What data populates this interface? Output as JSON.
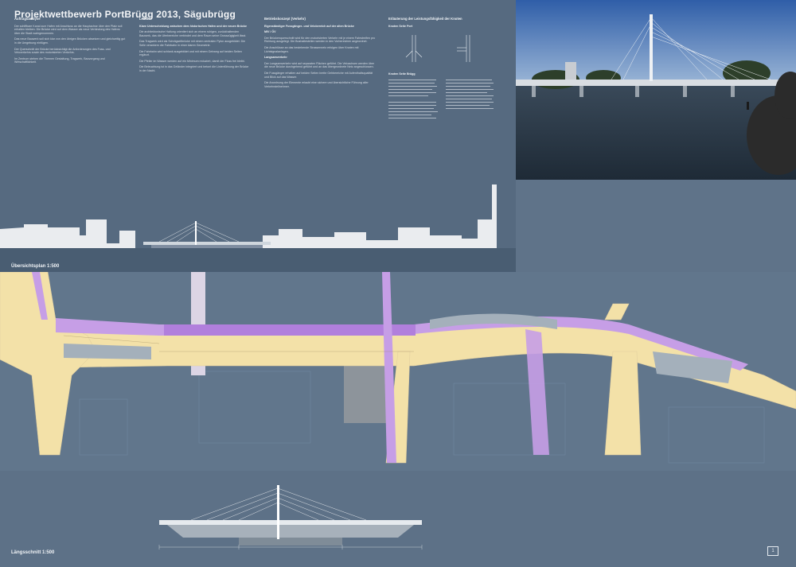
{
  "poster": {
    "title": "Projektwettbewerb PortBrügg 2013, Sägubrügg",
    "page_number": "1"
  },
  "columns": [
    {
      "heading": "Auftragsanalyse",
      "paragraphs": [
        "Der schiffbare Kanal zum Hafen mit Anschluss an die Hauptachse über den Platz soll erhalten bleiben. Die Brücke wird auf dem Wasser als neue Verbindung des Hafens über die Stadt wahrgenommen.",
        "Das neue Bauwerk soll sich klar von den übrigen Brücken absetzen und gleichzeitig gut in die Umgebung einfügen.",
        "Der Querschnitt der Brücke berücksichtigt die Anforderungen des Fuss- und Veloverkehrs sowie des motorisierten Verkehrs.",
        "Im Zentrum stehen die Themen Gestaltung, Tragwerk, Bauvorgang und Wirtschaftlichkeit."
      ]
    },
    {
      "heading": "Leitidee",
      "subheading": "Klare Unterscheidung zwischen dem historischen Hafen und der neuen Brücke",
      "paragraphs": [
        "Die architektonische Haltung orientiert sich an einem ruhigen, zurückhaltenden Bauwerk, das die Uferbereiche verbindet und dem Raum seine Grosszügigkeit lässt.",
        "Das Tragwerk wird als Schrägseilbrücke mit einem zentralen Pylon ausgebildet. Die Seile verankern die Fahrbahn in einer klaren Geometrie.",
        "Die Fahrbahn wird schlank ausgebildet und mit einem Gehweg auf beiden Seiten ergänzt.",
        "Die Pfeiler im Wasser werden auf ein Minimum reduziert, damit der Fluss frei bleibt.",
        "Die Beleuchtung ist in das Geländer integriert und betont die Linienführung der Brücke in der Nacht."
      ]
    },
    {
      "heading": "Betriebskonzept (Verkehr)",
      "subheading": "Eigenständiger Fussgänger- und Velobereich auf der alten Brücke",
      "paragraphs": [
        "MIV / ÖV",
        "Der Brückenquerschnitt wird für den motorisierten Verkehr mit je einem Fahrstreifen pro Richtung ausgelegt. Die Bushaltestellen werden in den Vorbereichen angeordnet.",
        "Die Anschlüsse an das bestehende Strassennetz erfolgen über Knoten mit Lichtsignalanlagen.",
        "Langsamverkehr",
        "Der Langsamverkehr wird auf separaten Flächen geführt. Die Veloachsen werden über die neue Brücke durchgehend geführt und an das übergeordnete Netz angeschlossen.",
        "Die Fussgänger erhalten auf beiden Seiten breite Gehbereiche mit Aufenthaltsqualität und Blick auf das Wasser.",
        "Die Anordnung der Elemente erlaubt eine sichere und übersichtliche Führung aller Verkehrsteilnehmer."
      ]
    },
    {
      "heading": "Erläuterung der Leistungsfähigkeit der Knoten",
      "paragraphs": [
        "Knoten Seite Port",
        "Knoten Seite Brügg"
      ]
    }
  ],
  "labels": {
    "uebersichtsplan": "Übersichtsplan 1:500",
    "laengsschnitt": "Längsschnitt 1:500"
  }
}
